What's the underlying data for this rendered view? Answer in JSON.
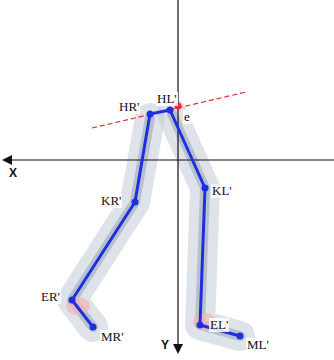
{
  "diagram": {
    "labels": [
      "X",
      "Y",
      "HR'",
      "HL'",
      "e",
      "KR'",
      "KL'",
      "ER'",
      "EL'",
      "MR'",
      "ML'"
    ]
  }
}
